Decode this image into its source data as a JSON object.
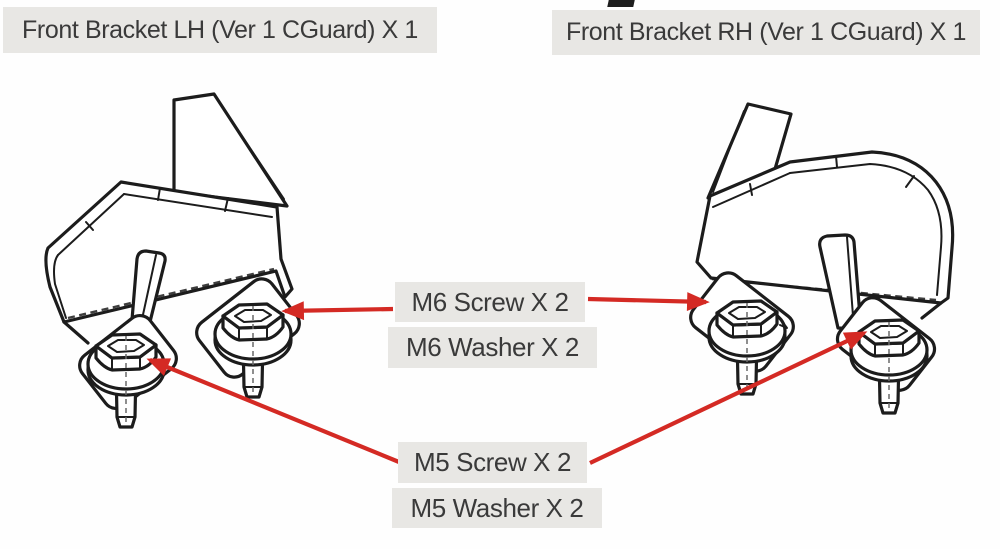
{
  "header": {
    "left_title": "Front Bracket LH (Ver 1 CGuard) X 1",
    "right_title": "Front Bracket RH (Ver 1 CGuard) X 1"
  },
  "callouts": {
    "m6_screw": "M6 Screw X 2",
    "m6_washer": "M6 Washer X 2",
    "m5_screw": "M5 Screw X 2",
    "m5_washer": "M5 Washer X 2"
  },
  "colors": {
    "background": "#fefefe",
    "label_bg": "#e8e7e4",
    "label_text": "#3a3a3a",
    "line_art": "#1c1c1c",
    "arrow_red": "#d42a24"
  }
}
